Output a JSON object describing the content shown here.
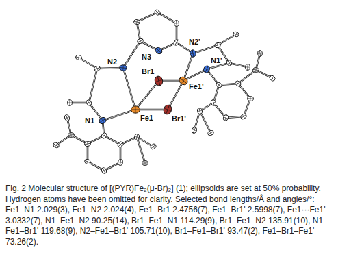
{
  "diagram": {
    "caption": "Fig. 2 Molecular structure of [(PYR)Fe₂(μ-Br)₂] (1); ellipsoids are set at 50% probability. Hydrogen atoms have been omitted for clarity. Selected bond lengths/Å and angles/°: Fe1–N1 2.029(3), Fe1–N2 2.024(4), Fe1–Br1 2.4756(7), Fe1–Br1' 2.5998(7), Fe1···Fe1' 3.0332(7), N1–Fe1–N2 90.25(14), Br1–Fe1–N1 114.29(9), Br1–Fe1–N2 135.91(10), N1–Fe1–Br1' 119.68(9), N2–Fe1–Br1' 105.71(10), Br1–Fe1–Br1' 93.47(2), Fe1–Br1–Fe1' 73.26(2).",
    "labels": [
      "N2",
      "N3",
      "N2'",
      "N1'",
      "Br1",
      "Fe1'",
      "Fe1",
      "N1",
      "Br1'"
    ]
  }
}
